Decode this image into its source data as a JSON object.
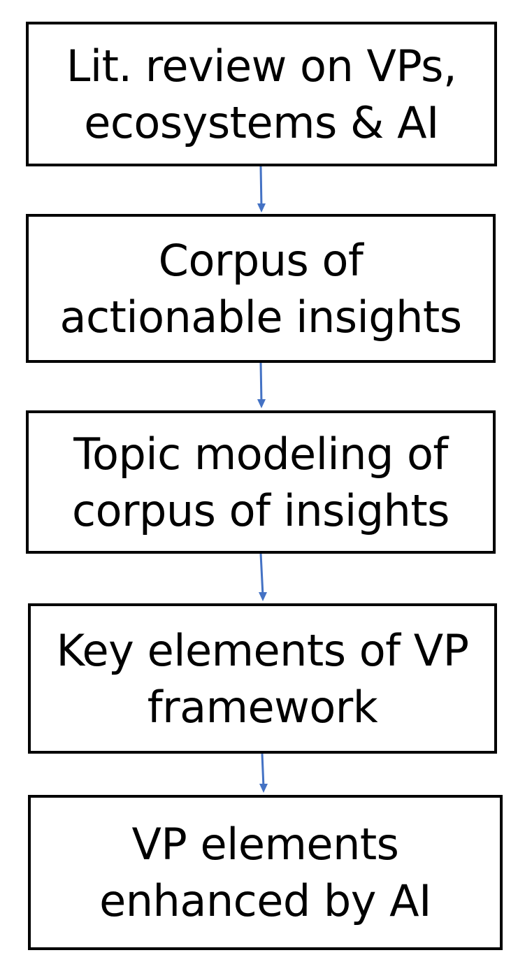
{
  "colors": {
    "box_border": "#000000",
    "text": "#000000",
    "arrow": "#4472C4",
    "background": "#ffffff"
  },
  "steps": [
    {
      "label": "Lit. review on VPs,\necosystems & AI"
    },
    {
      "label": "Corpus of\nactionable insights"
    },
    {
      "label": "Topic modeling of\ncorpus of insights"
    },
    {
      "label": "Key elements of VP\nframework"
    },
    {
      "label": "VP elements\nenhanced by AI"
    }
  ]
}
